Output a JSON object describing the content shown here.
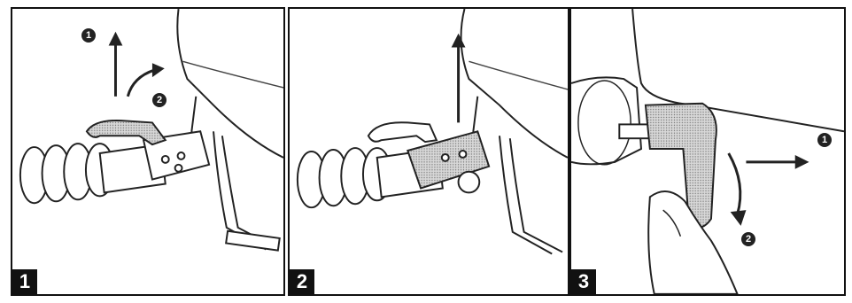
{
  "panels": [
    {
      "number": "1",
      "badges": [
        "1",
        "2"
      ]
    },
    {
      "number": "2"
    },
    {
      "number": "3",
      "badges": [
        "1",
        "2"
      ]
    }
  ]
}
